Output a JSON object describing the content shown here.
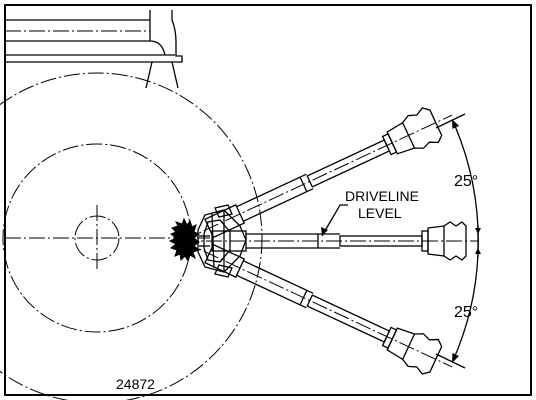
{
  "labels": {
    "driveline_line1": "DRIVELINE",
    "driveline_line2": "LEVEL",
    "angle_upper": "25°",
    "angle_lower": "25°",
    "figure_number": "24872"
  }
}
